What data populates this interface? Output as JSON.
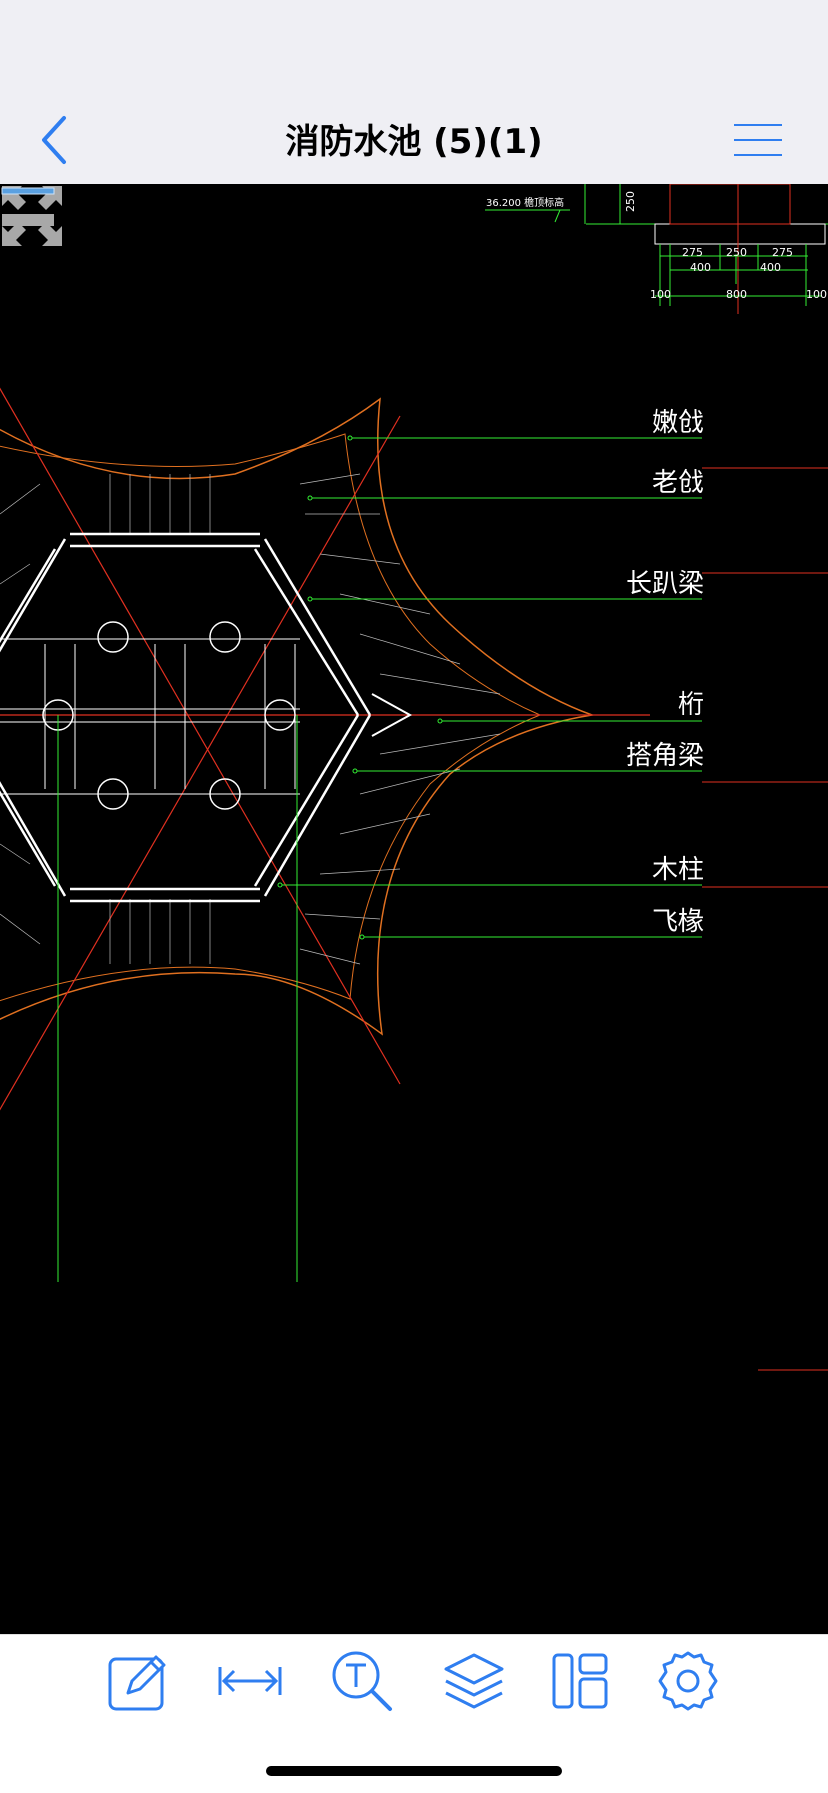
{
  "header": {
    "title": "消防水池 (5)(1)"
  },
  "drawing": {
    "labels": [
      "嫩戗",
      "老戗",
      "长趴梁",
      "桁",
      "搭角梁",
      "木柱",
      "飞椽"
    ],
    "dims_top": [
      "275",
      "250",
      "275"
    ],
    "dims_mid": [
      "400",
      "400"
    ],
    "dims_bottom": [
      "100",
      "800",
      "100"
    ],
    "dim_vertical": "250",
    "elevation_note": "36.200 檐顶标高"
  },
  "toolbar": {
    "items": [
      "edit-icon",
      "measure-icon",
      "text-search-icon",
      "layers-icon",
      "layout-icon",
      "settings-icon"
    ]
  },
  "colors": {
    "accent": "#2f7ef0",
    "cad_orange": "#e07020",
    "cad_green": "#33ee33",
    "cad_red": "#e03020"
  }
}
